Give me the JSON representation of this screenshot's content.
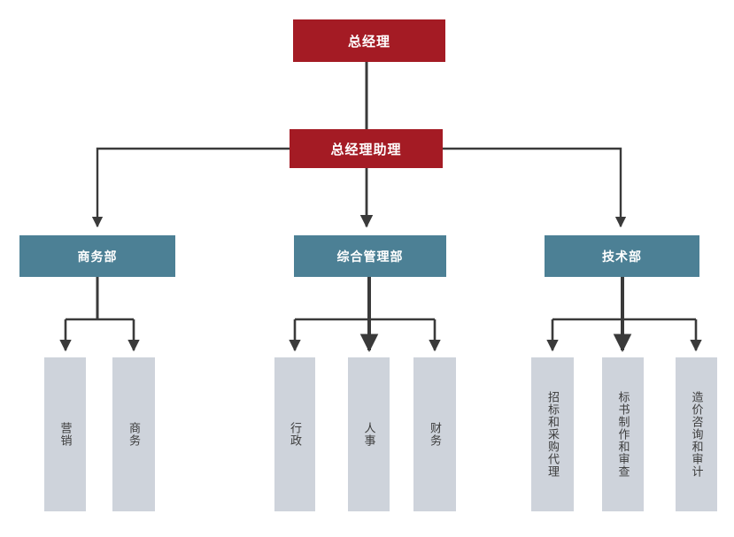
{
  "chart_title": "",
  "palette": {
    "executive": "#A41B24",
    "department": "#4C8095",
    "unit": "#CED3DB",
    "connector": "#3A3A3A",
    "background": "#FFFFFF",
    "executive_text": "#FFFFFF",
    "department_text": "#FFFFFF",
    "unit_text": "#3C3C3C"
  },
  "nodes": {
    "general_manager": {
      "label": "总经理"
    },
    "gm_assistant": {
      "label": "总经理助理"
    },
    "departments": [
      {
        "label": "商务部"
      },
      {
        "label": "综合管理部"
      },
      {
        "label": "技术部"
      }
    ],
    "units": [
      {
        "label": "营销",
        "parent": "商务部"
      },
      {
        "label": "商务",
        "parent": "商务部"
      },
      {
        "label": "行政",
        "parent": "综合管理部"
      },
      {
        "label": "人事",
        "parent": "综合管理部"
      },
      {
        "label": "财务",
        "parent": "综合管理部"
      },
      {
        "label": "招标和采购代理",
        "parent": "技术部"
      },
      {
        "label": "标书制作和审查",
        "parent": "技术部"
      },
      {
        "label": "造价咨询和审计",
        "parent": "技术部"
      }
    ]
  }
}
